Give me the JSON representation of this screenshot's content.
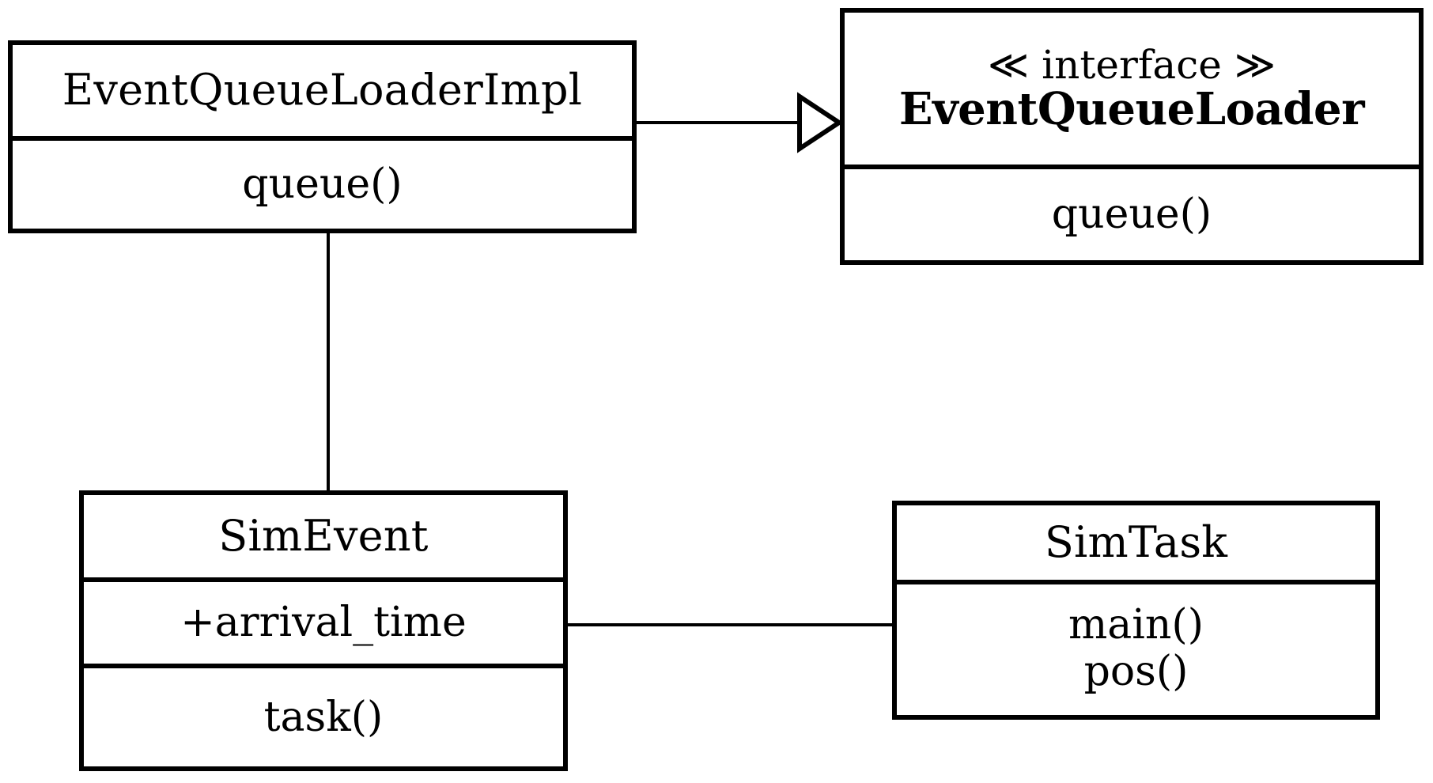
{
  "diagram": {
    "kind": "uml-class-diagram",
    "background_color": "#ffffff",
    "line_color": "#000000"
  },
  "classes": {
    "event_queue_loader_impl": {
      "name": "EventQueueLoaderImpl",
      "operations": [
        "queue()"
      ]
    },
    "event_queue_loader": {
      "stereotype": "≪ interface ≫",
      "name": "EventQueueLoader",
      "operations": [
        "queue()"
      ]
    },
    "sim_event": {
      "name": "SimEvent",
      "attributes": [
        "+arrival_time"
      ],
      "operations": [
        "task()"
      ]
    },
    "sim_task": {
      "name": "SimTask",
      "operations": [
        "main()",
        "pos()"
      ]
    }
  },
  "relationships": [
    {
      "id": "realization",
      "type": "generalization",
      "from": "EventQueueLoaderImpl",
      "to": "EventQueueLoader",
      "arrowhead": "hollow-triangle",
      "line_style": "solid"
    },
    {
      "id": "impl-simevent",
      "type": "association",
      "from": "EventQueueLoaderImpl",
      "to": "SimEvent",
      "arrowhead": "none",
      "line_style": "solid"
    },
    {
      "id": "simevent-simtask",
      "type": "association",
      "from": "SimEvent",
      "to": "SimTask",
      "arrowhead": "none",
      "line_style": "solid"
    }
  ]
}
